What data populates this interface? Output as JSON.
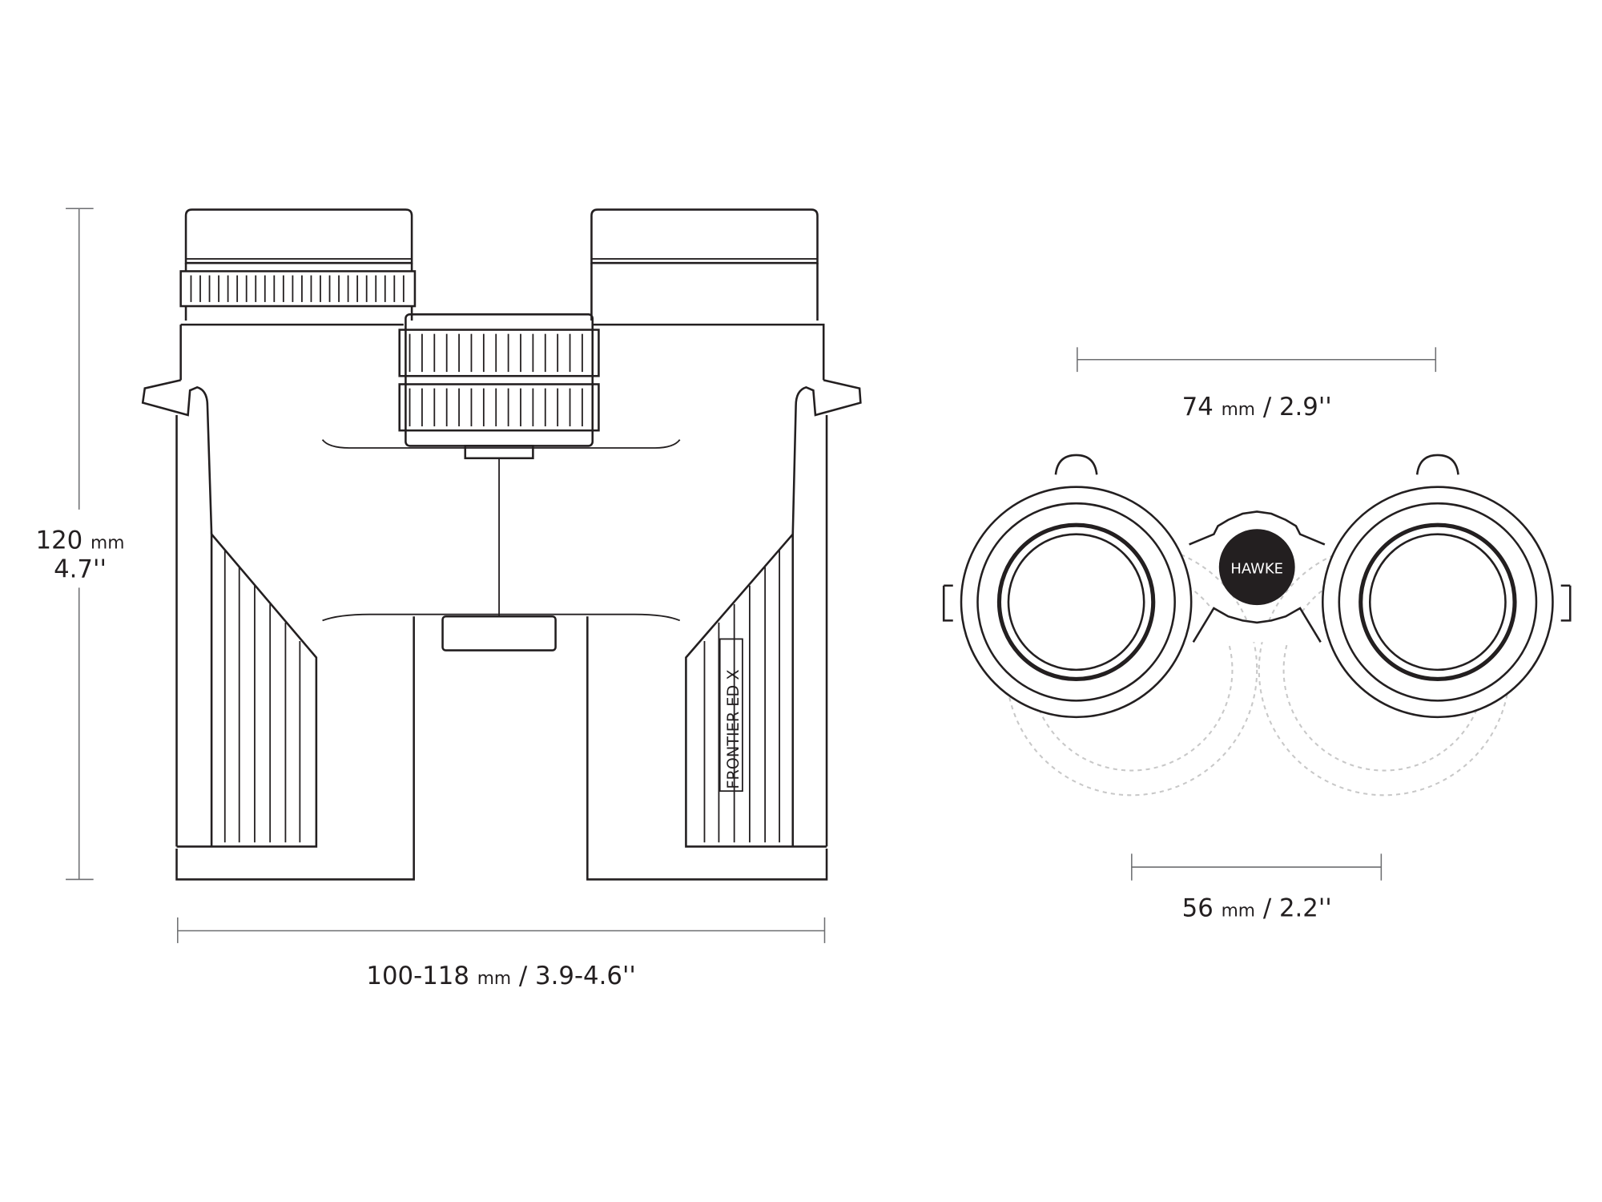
{
  "dimensions": {
    "height": {
      "value": "120",
      "unit": "mm",
      "imperial": "4.7''"
    },
    "width": {
      "value": "100-118",
      "unit": "mm",
      "imperial": "/ 3.9-4.6''"
    },
    "eyepiece_spacing": {
      "value": "74",
      "unit": "mm",
      "imperial": "/ 2.9''"
    },
    "objective_spacing": {
      "value": "56",
      "unit": "mm",
      "imperial": "/ 2.2''"
    }
  },
  "product": {
    "model_label": "FRONTIER ED X",
    "brand_logo": "HAWKE"
  },
  "colors": {
    "line": "#231f20",
    "dimension": "#6d6e71",
    "ghost": "#c8c8c8"
  }
}
